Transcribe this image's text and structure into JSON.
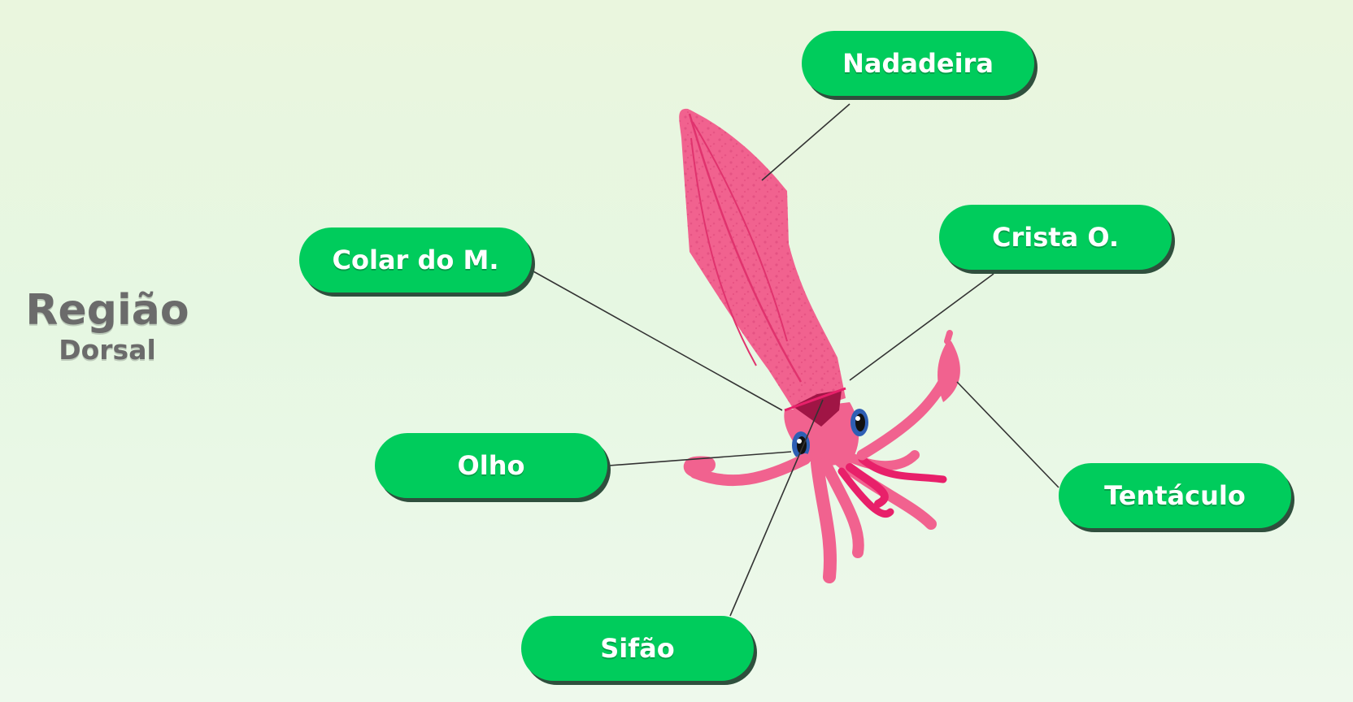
{
  "heading": {
    "title": "Região",
    "subtitle": "Dorsal"
  },
  "labels": {
    "nadadeira": "Nadadeira",
    "crista": "Crista O.",
    "colar": "Colar do M.",
    "olho": "Olho",
    "tentaculo": "Tentáculo",
    "sifao": "Sifão"
  },
  "colors": {
    "label_fill": "#00cc5c",
    "label_text": "#ffffff",
    "heading_text": "#6b6b6b",
    "squid_body": "#f1628f",
    "squid_dark": "#e8206a",
    "leader_line": "#333333"
  }
}
